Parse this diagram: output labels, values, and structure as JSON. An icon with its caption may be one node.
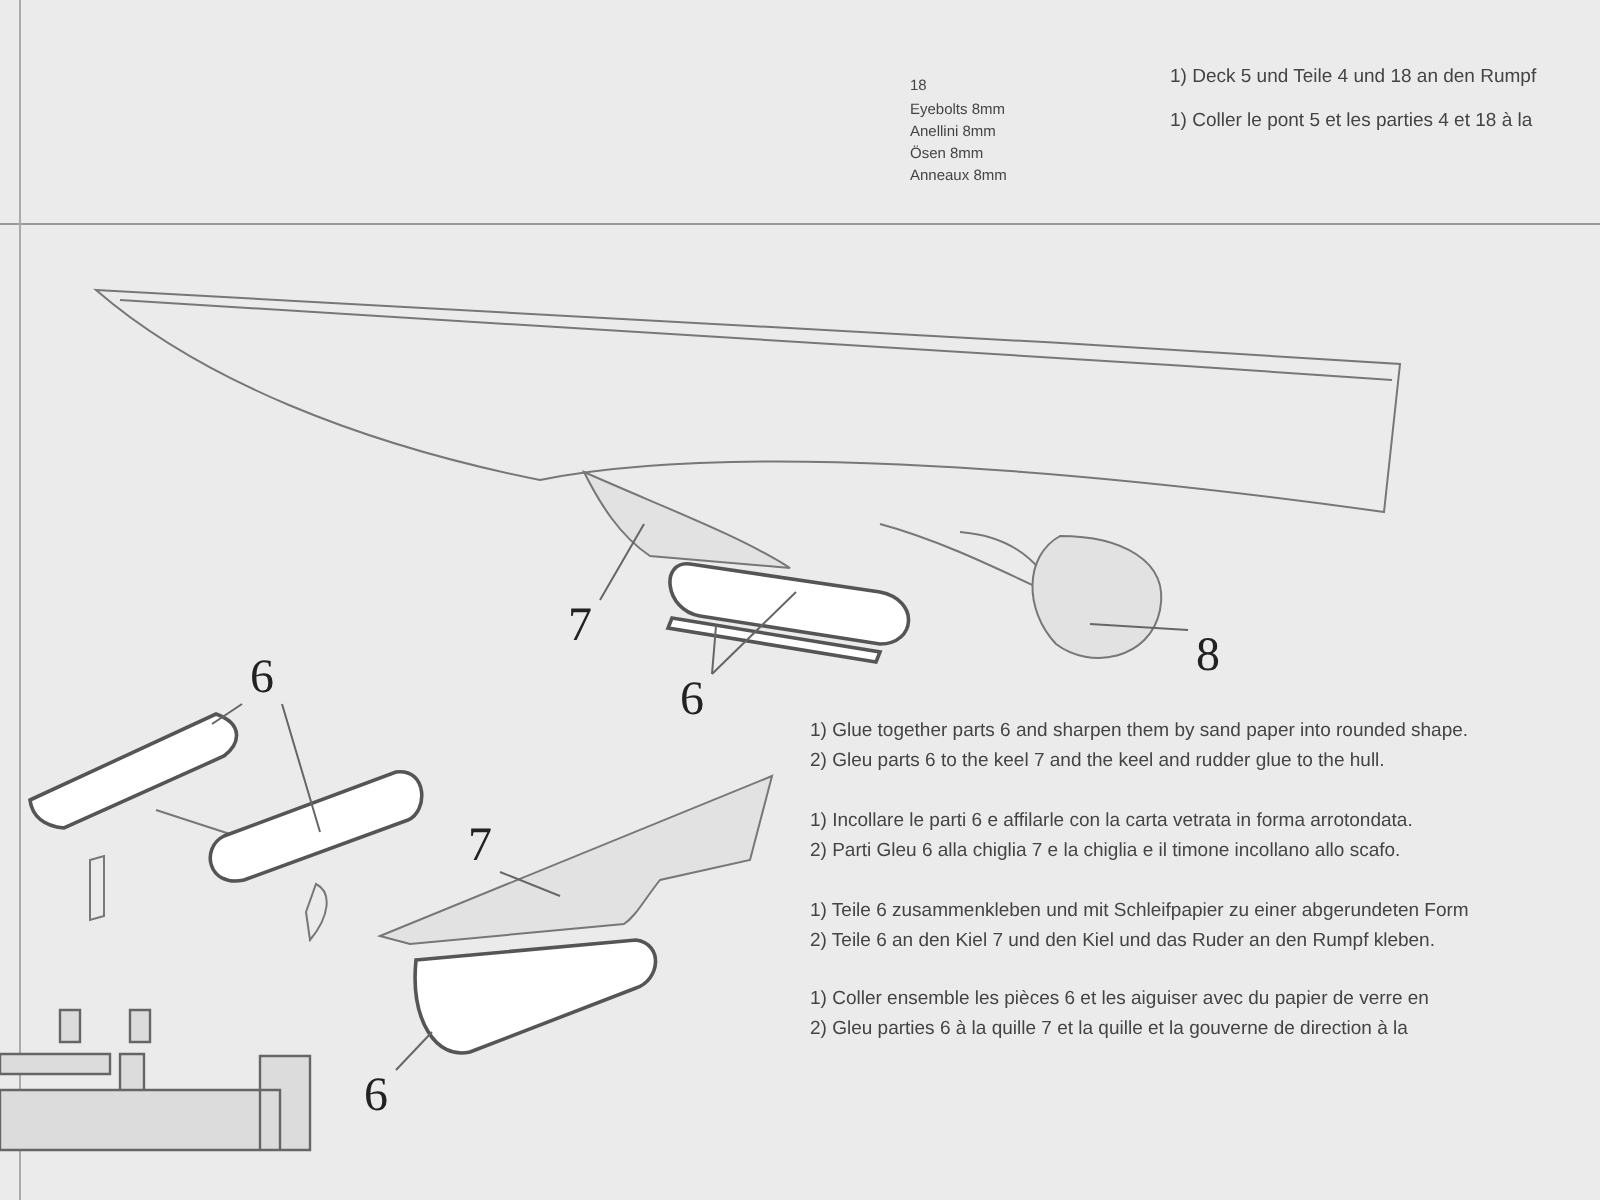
{
  "diagram": {
    "nodes": [
      {
        "text": [
          "7"
        ]
      },
      {
        "text": [],
        "shape": "fin"
      },
      {
        "text": [
          "6"
        ]
      },
      {
        "text": [],
        "shape": "bar"
      },
      {
        "text": [],
        "shape": "bar"
      },
      {
        "text": [
          "8"
        ]
      },
      {
        "text": [],
        "shape": "fin"
      },
      {
        "text": [
          "6"
        ]
      },
      {
        "text": [],
        "shape": "bar"
      },
      {
        "text": [],
        "shape": "bar"
      },
      {
        "text": [
          "7"
        ]
      },
      {
        "text": [],
        "shape": "fin"
      },
      {
        "text": [
          "6"
        ]
      },
      {
        "text": [],
        "shape": "bar"
      }
    ],
    "edges": [
      {
        "from": 0,
        "to": 1,
        "arrow": "none"
      },
      {
        "from": 2,
        "to": 4,
        "arrow": "none"
      },
      {
        "from": 2,
        "to": 3,
        "arrow": "none"
      },
      {
        "from": 5,
        "to": 6,
        "arrow": "none"
      },
      {
        "from": 7,
        "to": 8,
        "arrow": "none"
      },
      {
        "from": 7,
        "to": 9,
        "arrow": "none"
      },
      {
        "from": 10,
        "to": 11,
        "arrow": "none"
      },
      {
        "from": 12,
        "to": 13,
        "arrow": "none"
      }
    ],
    "labels": [
      "18",
      "Eyebolts 8mm",
      "Anellini 8mm",
      "Ösen 8mm",
      "Anneaux 8mm",
      "1) Deck 5 und Teile 4 und 18 an den Rumpf",
      "1) Coller le pont 5 et les parties 4 et 18 à la",
      "1) Glue together parts 6 and sharpen them by sand paper into rounded shape.",
      "2) Gleu parts 6 to the keel 7 and the keel and rudder glue to the hull.",
      "1) Incollare le parti 6 e affilarle con la carta vetrata in forma arrotondata.",
      "2) Parti Gleu 6 alla chiglia 7 e la chiglia e il timone incollano allo scafo.",
      "1) Teile 6 zusammenkleben und mit Schleifpapier zu einer abgerundeten Form",
      "2) Teile 6 an den Kiel 7 und den Kiel und das Ruder an den Rumpf kleben.",
      "1) Coller ensemble les pièces 6 et les aiguiser avec du papier de verre en",
      "2) Gleu parties 6 à la quille 7 et la quille et la gouverne de direction à la"
    ]
  }
}
